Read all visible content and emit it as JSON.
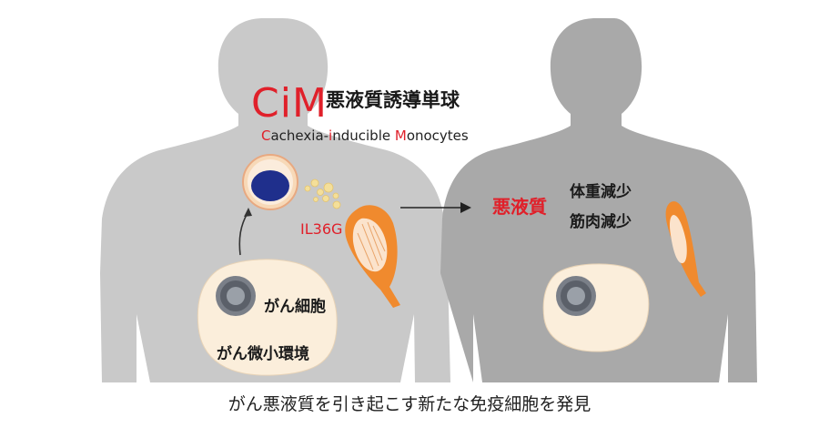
{
  "left_panel": {
    "logo": "CiM",
    "logo_japanese": "悪液質誘導単球",
    "full_name": {
      "c": "C",
      "achexia": "achexia-",
      "i": "i",
      "nducible": "nducible ",
      "m": "M",
      "onocytes": "onocytes"
    },
    "cytokine_label": "IL36G",
    "tumor_label": "がん細胞",
    "microenvironment_label": "がん微小環境"
  },
  "right_panel": {
    "cachexia_label": "悪液質",
    "weight_loss_label": "体重減少",
    "muscle_loss_label": "筋肉減少"
  },
  "caption": "がん悪液質を引き起こす新たな免疫細胞を発見",
  "colors": {
    "body_silhouette": "#c9c9c9",
    "body_silhouette_right": "#a9a9a9",
    "accent_red": "#e0202a",
    "monocyte_nucleus": "#1f2f8c",
    "monocyte_ring": "#f0c49a",
    "muscle": "#f08a2e",
    "tumor_microenvironment": "#fbeedb",
    "tumor_cell": "#7a7f88",
    "cytokine_dots": "#f4df9a"
  }
}
